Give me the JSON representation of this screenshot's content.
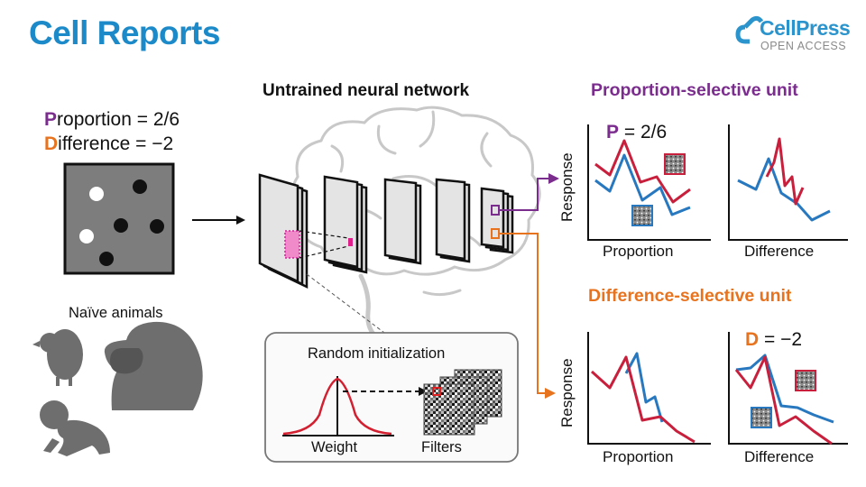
{
  "header": {
    "journal_title": "Cell Reports",
    "publisher": "CellPress",
    "publisher_sub": "OPEN ACCESS"
  },
  "stimulus": {
    "proportion_label_lead": "P",
    "proportion_label_rest": "roportion = 2/6",
    "difference_label_lead": "D",
    "difference_label_rest": "ifference = −2"
  },
  "animals": {
    "caption": "Naïve animals"
  },
  "network": {
    "title": "Untrained neural network",
    "init_box": {
      "title": "Random initialization",
      "weight_label": "Weight",
      "filters_label": "Filters"
    }
  },
  "proportion_unit": {
    "title": "Proportion-selective unit",
    "annotation_var": "P",
    "annotation_value": " = 2/6",
    "y_label": "Response",
    "left_x_label": "Proportion",
    "right_x_label": "Difference"
  },
  "difference_unit": {
    "title": "Difference-selective unit",
    "annotation_var": "D",
    "annotation_value": " = −2",
    "y_label": "Response",
    "left_x_label": "Proportion",
    "right_x_label": "Difference"
  },
  "colors": {
    "journal_blue": "#1c8ac8",
    "purple": "#7b2d8e",
    "orange": "#e8731e",
    "line_red": "#c8203c",
    "line_blue": "#2878c0",
    "gaussian_red": "#d22030",
    "animal_gray": "#6e6e6e"
  },
  "icons": [
    "cellpress-logo-icon",
    "chick-icon",
    "monkey-icon",
    "baby-icon",
    "brain-outline-icon"
  ]
}
